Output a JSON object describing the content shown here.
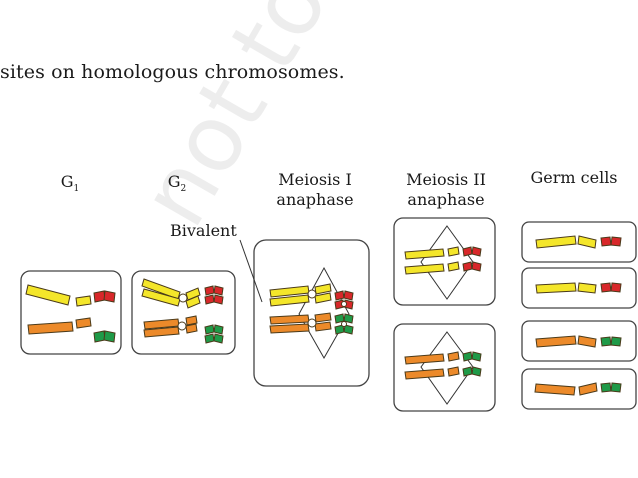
{
  "caption": "sites on homologous chromosomes.",
  "watermark": "not to be ©",
  "stages": {
    "g1": {
      "label": "G",
      "sub": "1"
    },
    "g2": {
      "label": "G",
      "sub": "2"
    },
    "meiosis1": {
      "line1": "Meiosis I",
      "line2": "anaphase"
    },
    "meiosis2": {
      "line1": "Meiosis II",
      "line2": "anaphase"
    },
    "germ": {
      "line1": "Germ cells"
    }
  },
  "bivalent_label": "Bivalent",
  "colors": {
    "yellow": "#f4e62a",
    "orange": "#ec8a2a",
    "red": "#d8282a",
    "green": "#1f9a48",
    "outline": "#4a3a1a",
    "box": "#444444"
  }
}
